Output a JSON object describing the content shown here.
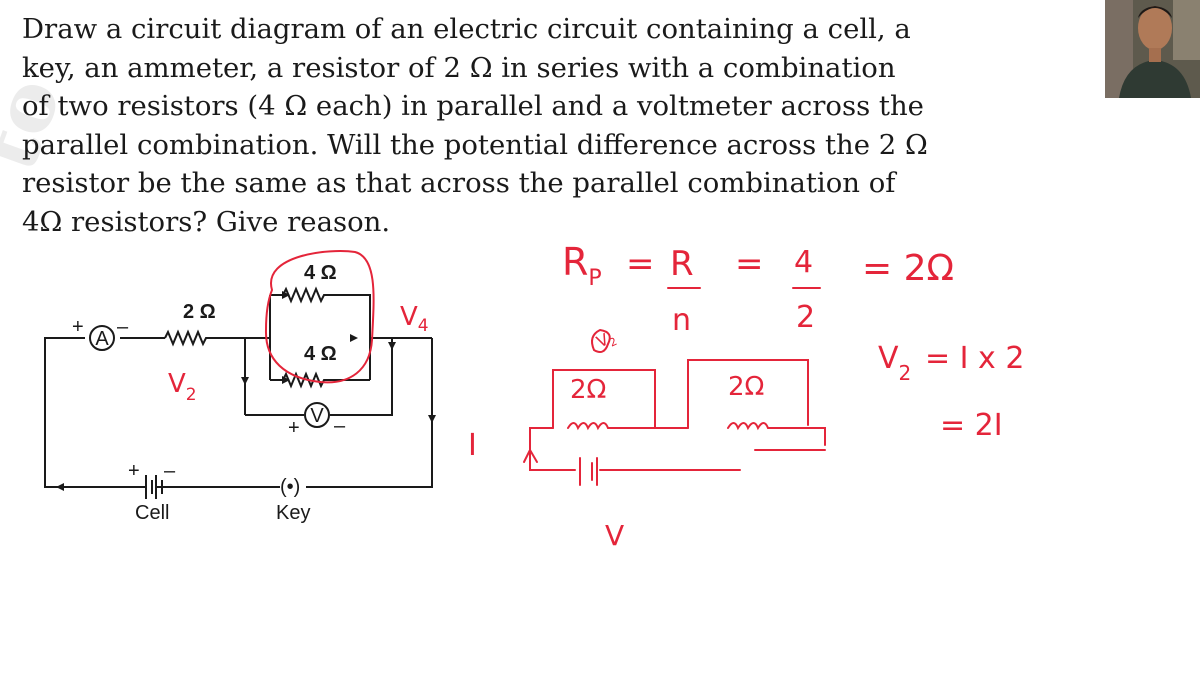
{
  "question": {
    "lines": [
      "Draw a circuit diagram  of an electric circuit containing a cell, a",
      "key, an ammeter, a resistor of 2 Ω in series with a combination",
      "of two resistors (4 Ω  each) in parallel and a voltmeter across the",
      "parallel combination. Will the potential difference across the 2 Ω",
      "resistor be the same as that across the parallel combination of",
      "4Ω resistors? Give reason."
    ]
  },
  "circuit": {
    "resistor_top": "4 Ω",
    "resistor_series": "2 Ω",
    "resistor_bottom": "4 Ω",
    "ammeter": "A",
    "voltmeter": "V",
    "plus": "+",
    "minus": "–",
    "cell_label": "Cell",
    "key_label": "Key",
    "key_symbol": "(•)"
  },
  "annotations": {
    "v2": "V",
    "v2_sub": "2",
    "v4": "V",
    "v4_sub": "4",
    "rp_lhs": "R",
    "rp_sub": "P",
    "eq": "=",
    "rp_num": "R",
    "rp_den": "n",
    "frac_num": "4",
    "frac_den": "2",
    "rp_result": "= 2Ω",
    "res_left": "2Ω",
    "res_right": "2Ω",
    "current": "I",
    "volt": "V",
    "v2_formula": "= I x 2",
    "v2_result": "= 2I"
  },
  "colors": {
    "ink": "#1a1a1a",
    "annotation": "#e4253a"
  }
}
